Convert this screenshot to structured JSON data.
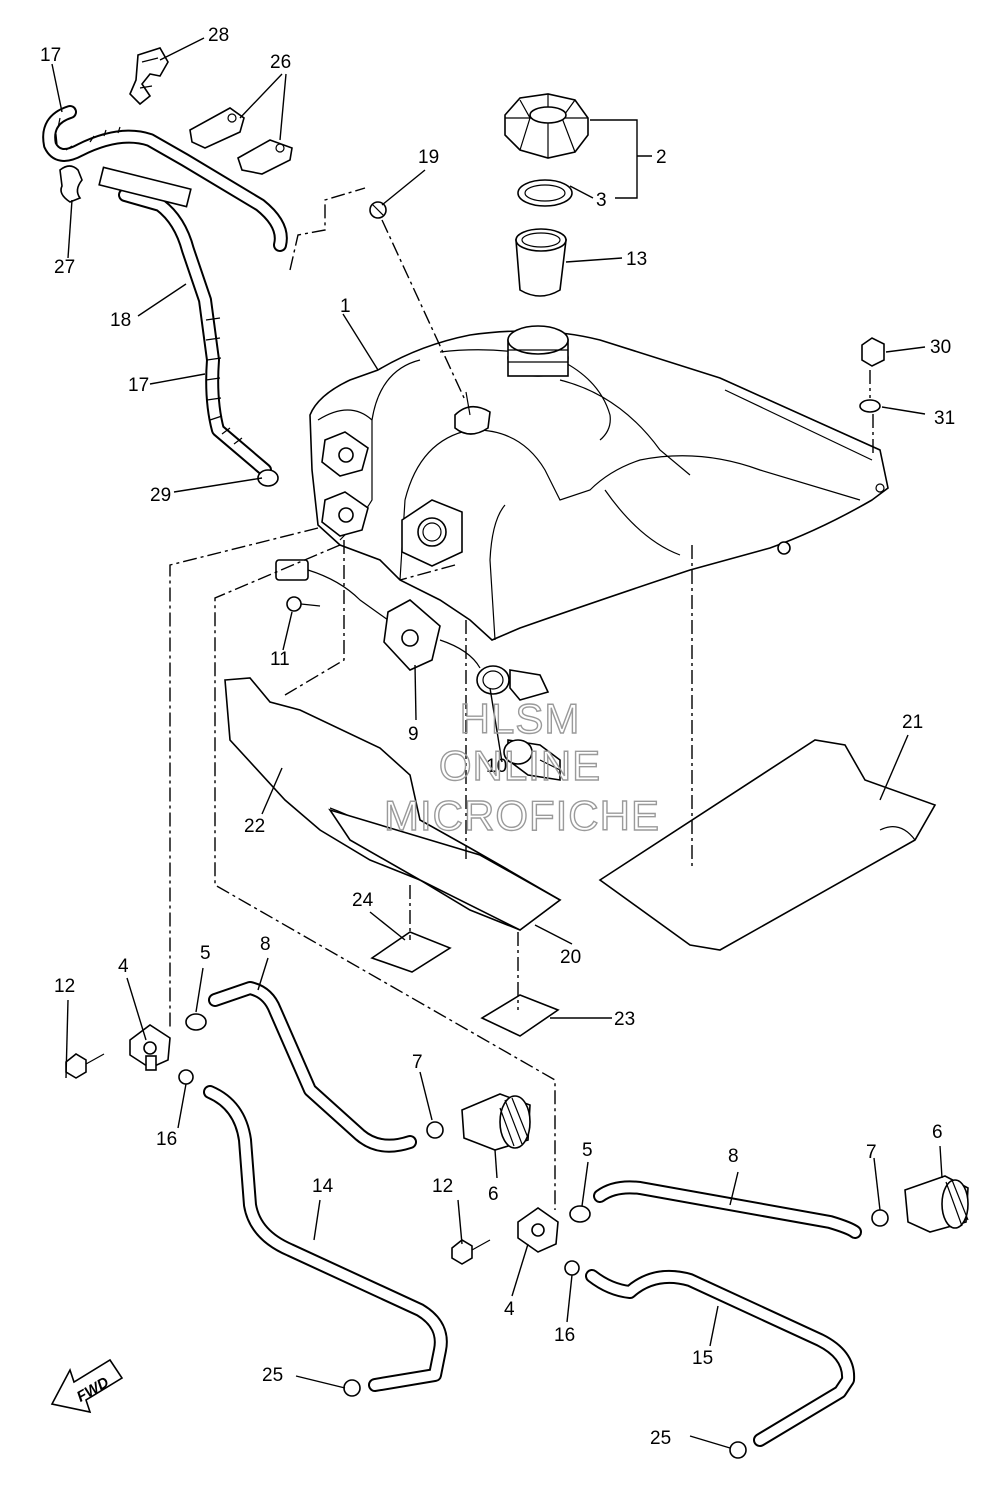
{
  "watermark": {
    "line1": "HLSM",
    "line2": "ONLINE",
    "line3": "MICROFICHE"
  },
  "direction_label": "FWD",
  "callouts": {
    "c1": "1",
    "c2": "2",
    "c3": "3",
    "c4a": "4",
    "c4b": "4",
    "c5a": "5",
    "c5b": "5",
    "c6a": "6",
    "c6b": "6",
    "c7a": "7",
    "c7b": "7",
    "c8a": "8",
    "c8b": "8",
    "c9": "9",
    "c10": "10",
    "c11": "11",
    "c12a": "12",
    "c12b": "12",
    "c13": "13",
    "c14": "14",
    "c15": "15",
    "c16a": "16",
    "c16b": "16",
    "c17a": "17",
    "c17b": "17",
    "c18": "18",
    "c19": "19",
    "c20": "20",
    "c21": "21",
    "c22": "22",
    "c23": "23",
    "c24": "24",
    "c25a": "25",
    "c25b": "25",
    "c26": "26",
    "c27": "27",
    "c28": "28",
    "c29": "29",
    "c30": "30",
    "c31": "31"
  }
}
